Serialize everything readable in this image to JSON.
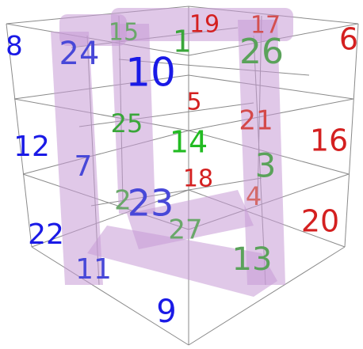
{
  "colors": {
    "blue": "#1a1ae6",
    "green": "#3aa63a",
    "red": "#d42020",
    "grid": "#8a8a8a",
    "path": "#c79ad6"
  },
  "numbers": {
    "n1": "1",
    "n2": "2",
    "n3": "3",
    "n4": "4",
    "n5": "5",
    "n6": "6",
    "n7": "7",
    "n8": "8",
    "n9": "9",
    "n10": "10",
    "n11": "11",
    "n12": "12",
    "n13": "13",
    "n14": "14",
    "n15": "15",
    "n16": "16",
    "n17": "17",
    "n18": "18",
    "n19": "19",
    "n20": "20",
    "n21": "21",
    "n22": "22",
    "n23": "23",
    "n24": "24",
    "n25": "25",
    "n26": "26",
    "n27": "27"
  }
}
